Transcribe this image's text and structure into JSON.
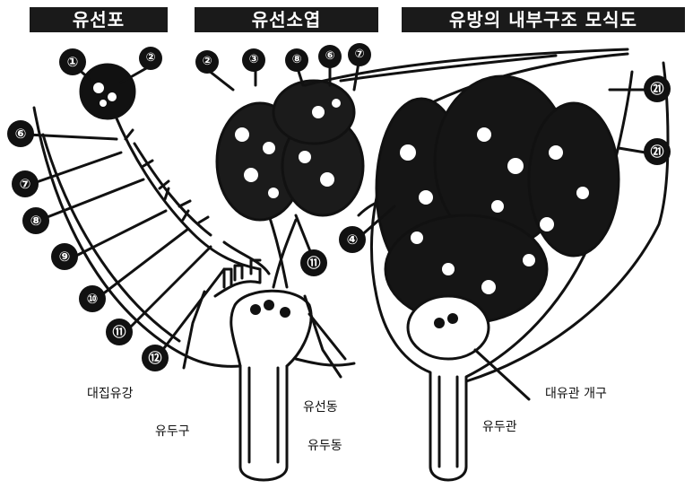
{
  "titles": {
    "alveolus": "유선포",
    "lobule": "유선소엽",
    "internal_structure": "유방의 내부구조 모식도"
  },
  "numbers": [
    "①",
    "②",
    "②",
    "③",
    "⑧",
    "⑥",
    "⑦",
    "⑥",
    "⑦",
    "⑧",
    "⑨",
    "⑩",
    "⑪",
    "⑫",
    "⑪",
    "④",
    "㉑",
    "㉑"
  ],
  "labels": {
    "large_duct_cavity": "대집유강",
    "alveolar_sinus": "유선동",
    "nipple_opening": "유두구",
    "nipple_sinus": "유두동",
    "nipple_duct": "유두관",
    "large_duct_opening": "대유관 개구"
  }
}
